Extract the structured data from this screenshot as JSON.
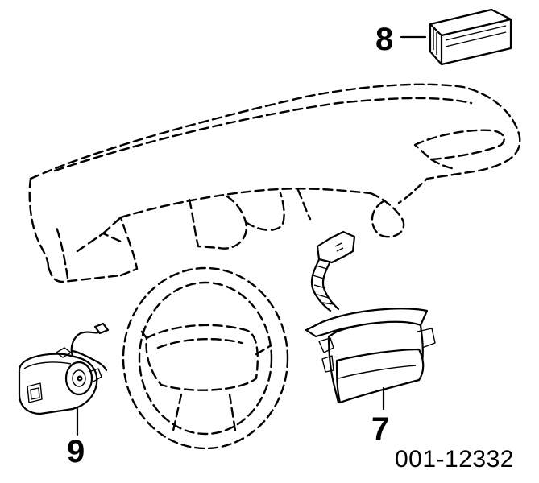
{
  "callouts": {
    "glove_box_latch": "8",
    "airbag_module": "7",
    "clockspring": "9"
  },
  "figure_id": "001-12332",
  "parts": [
    {
      "number": "8",
      "icon": "glove-box-latch-icon"
    },
    {
      "number": "7",
      "icon": "airbag-module-icon"
    },
    {
      "number": "9",
      "icon": "clockspring-icon"
    }
  ],
  "colors": {
    "line": "#000000",
    "background": "#ffffff"
  }
}
